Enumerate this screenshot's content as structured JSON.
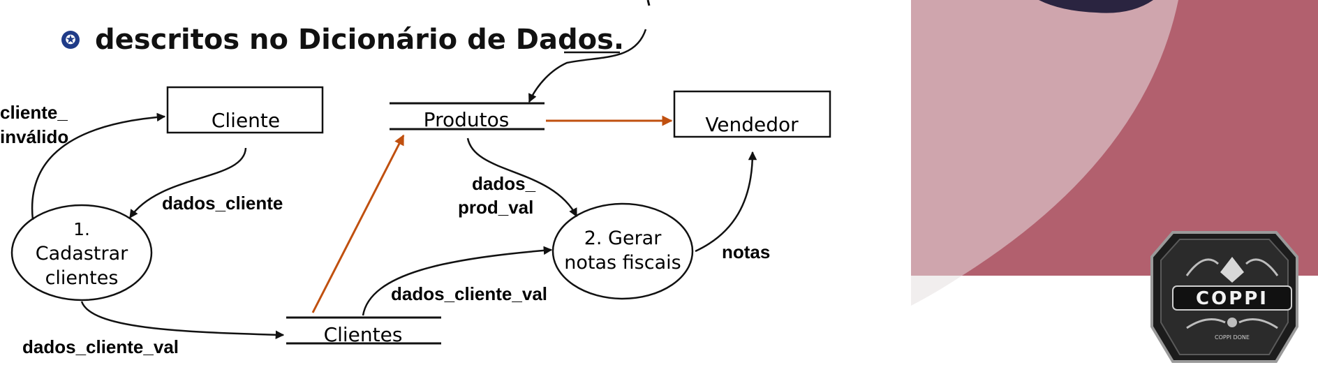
{
  "slide": {
    "bullet_icon": "star-bullet-icon",
    "bullet_text": "descritos no Dicionário de Dados."
  },
  "diagram": {
    "entities": {
      "cliente": "Cliente",
      "vendedor": "Vendedor"
    },
    "stores": {
      "produtos": "Produtos",
      "clientes": "Clientes"
    },
    "processes": {
      "p1": {
        "number": "1.",
        "line1": "Cadastrar",
        "line2": "clientes"
      },
      "p2": {
        "line1": "2. Gerar",
        "line2": "notas fiscais"
      }
    },
    "flows": {
      "cliente_invalido_1": "cliente_",
      "cliente_invalido_2": "inválido",
      "dados_cliente": "dados_cliente",
      "dados_prod_val_1": "dados_",
      "dados_prod_val_2": "prod_val",
      "dados_cliente_val_mid": "dados_cliente_val",
      "dados_cliente_val_bottom": "dados_cliente_val",
      "notas": "notas"
    }
  },
  "logo": {
    "brand": "COPPI",
    "subtext": "COPPI DONE"
  },
  "colors": {
    "bullet_blue": "#1f3b88",
    "orange_arrow": "#c0500f",
    "panel_light": "#cfa5ad",
    "panel_dark": "#b2606e",
    "dark_circle": "#2a2440"
  }
}
